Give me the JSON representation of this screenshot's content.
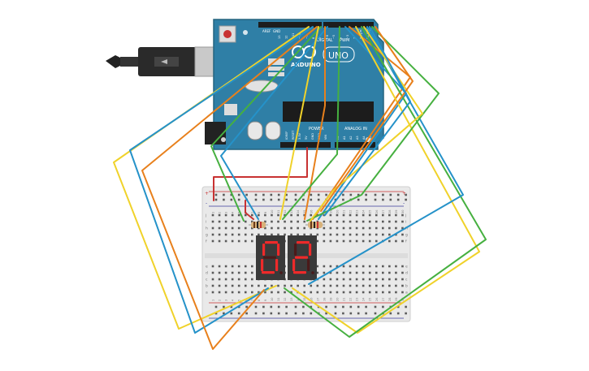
{
  "board": {
    "logo_text": "ARDUINO",
    "model_label": "UNO",
    "header_labels": {
      "aref": "AREF",
      "gnd": "GND",
      "digital": "DIGITAL",
      "pwm": "PWM",
      "tx": "TX",
      "rx": "RX",
      "power": "POWER",
      "analog_in": "ANALOG IN",
      "ioref": "IOREF",
      "reset": "RESET",
      "v33": "3.3V",
      "v5": "5V",
      "gnd1": "GND",
      "gnd2": "GND",
      "vin": "VIN"
    },
    "digital_pins": [
      "13",
      "12",
      "~11",
      "~10",
      "~9",
      "8",
      "7",
      "~6",
      "~5",
      "4",
      "~3",
      "2",
      "TX 1",
      "RX 0"
    ],
    "analog_pins": [
      "A0",
      "A1",
      "A2",
      "A3",
      "A4",
      "A5"
    ]
  },
  "breadboard": {
    "column_numbers": [
      "1",
      "2",
      "3",
      "4",
      "5",
      "6",
      "7",
      "8",
      "9",
      "10",
      "11",
      "12",
      "13",
      "14",
      "15",
      "16",
      "17",
      "18",
      "19",
      "20",
      "21",
      "22",
      "23",
      "24",
      "25",
      "26",
      "27",
      "28",
      "29",
      "30"
    ],
    "row_letters_top": [
      "j",
      "i",
      "h",
      "g",
      "f"
    ],
    "row_letters_bottom": [
      "e",
      "d",
      "c",
      "b",
      "a"
    ],
    "rail_plus": "+",
    "rail_minus": "-"
  },
  "display": {
    "digit_left": "0",
    "digit_right": "2"
  },
  "colors": {
    "board": "#2f7fa6",
    "wire_red": "#c83232",
    "wire_orange": "#e8801c",
    "wire_yellow": "#f0d22a",
    "wire_green": "#46b040",
    "wire_blue": "#2592c9",
    "segment_on": "#ee2a2a",
    "segment_off": "#4a1a1a"
  }
}
